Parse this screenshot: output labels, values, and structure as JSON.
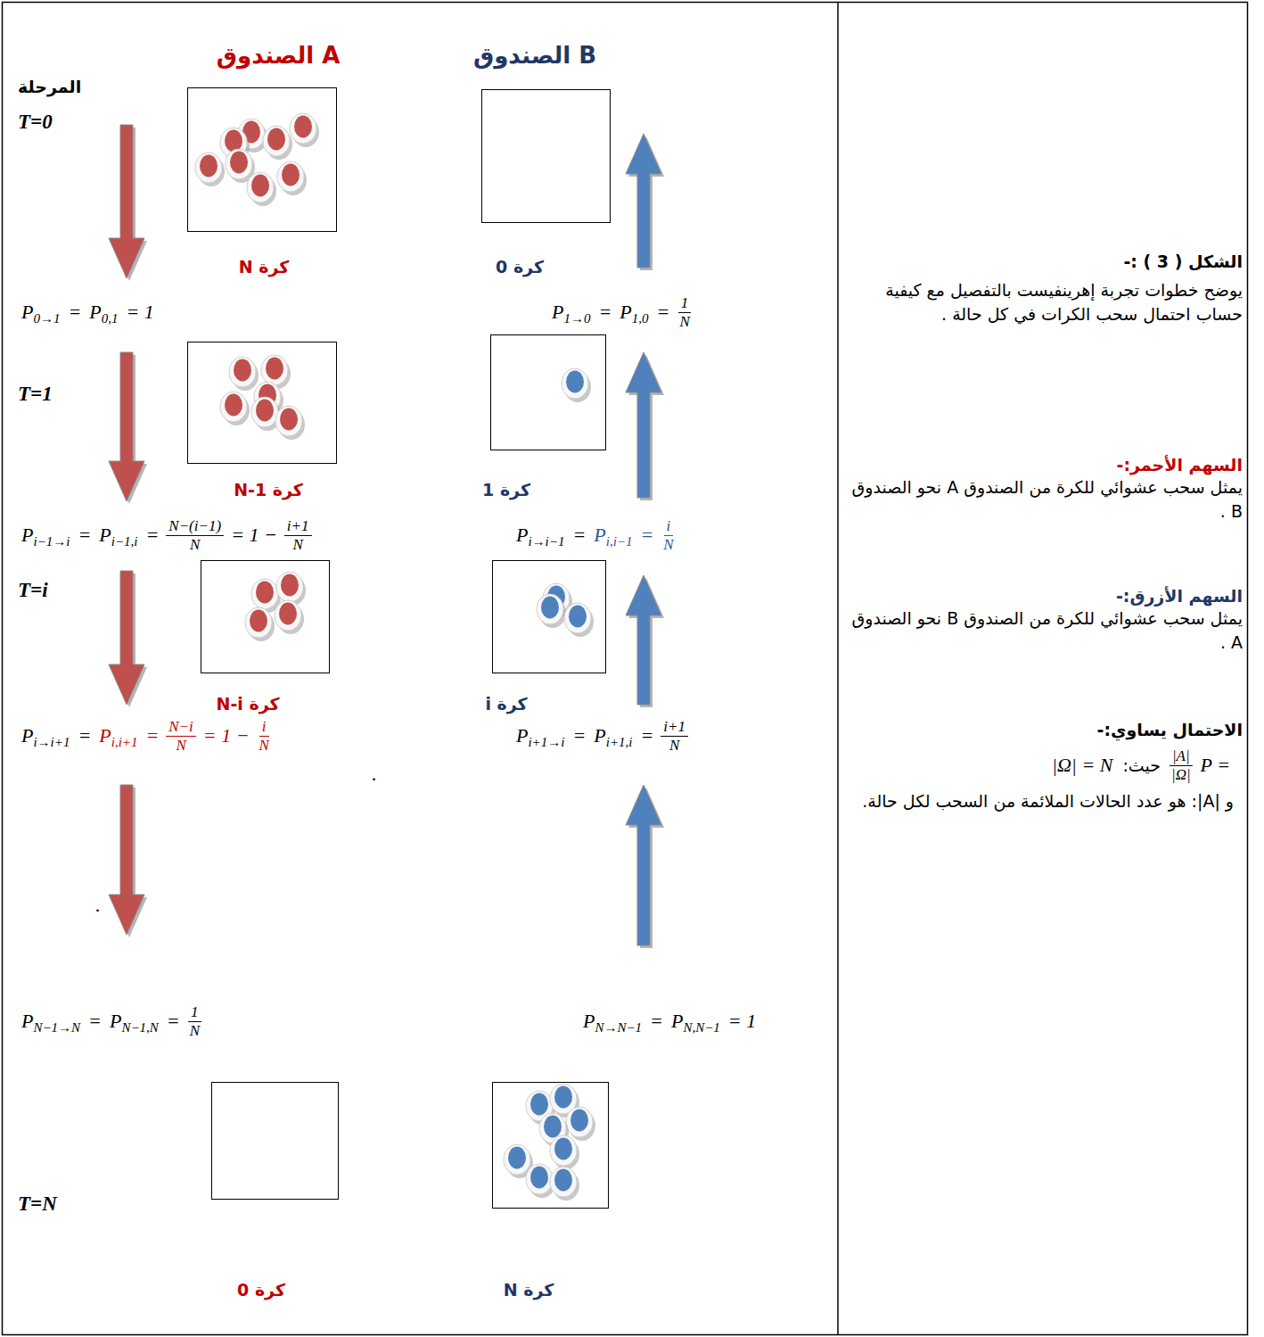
{
  "diagram": {
    "caption": "الشكل ( 3 ) :-",
    "nodes": [
      {
        "text": [
          "N كرة"
        ]
      },
      {
        "text": [
          "0 كرة"
        ]
      },
      {
        "text": [
          "N-1 كرة"
        ]
      },
      {
        "text": [
          "1 كرة"
        ]
      },
      {
        "text": [
          "N-i كرة"
        ]
      },
      {
        "text": [
          "i كرة"
        ]
      },
      {
        "text": [
          "0 كرة"
        ]
      },
      {
        "text": [
          "N كرة"
        ]
      }
    ],
    "labels": [
      "الصندوق A",
      "الصندوق B",
      "المرحلة",
      "T=0",
      "T=1",
      "T=i",
      "T=N",
      "P",
      "0→1",
      "=",
      "P",
      "0,1",
      "= 1",
      "P",
      "1→0",
      "=",
      "P",
      "1,0",
      "=",
      "1",
      "N",
      "P",
      "i−1→i",
      "=",
      "P",
      "i−1,i",
      "=",
      "N−(i−1)",
      "N",
      "= 1 −",
      "i+1",
      "N",
      "P",
      "i→i−1",
      "=",
      "P",
      "i,i−1",
      "=",
      "i",
      "N",
      "P",
      "i→i+1",
      "=",
      "P",
      "i,i+1",
      "=",
      "N−i",
      "N",
      "= 1 −",
      "i",
      "N",
      "P",
      "i+1→i",
      "=",
      "P",
      "i+1,i",
      "=",
      "i+1",
      "N",
      "P",
      "N−1→N",
      "=",
      "P",
      "N−1,N",
      "=",
      "1",
      "N",
      "P",
      "N→N−1",
      "=",
      "P",
      "N,N−1",
      "= 1",
      ".",
      ".",
      "يوضح خطوات تجربة إهرينفيست بالتفصيل مع كيفية حساب احتمال سحب الكرات في كل حالة .",
      "السهم الأحمر:-",
      "يمثل سحب عشوائي للكرة من الصندوق A نحو الصندوق B .",
      "السهم الأزرق:-",
      "يمثل سحب عشوائي للكرة من الصندوق B نحو الصندوق A .",
      "الاحتمال يساوي:-",
      "P =",
      "|A|",
      "|Ω|",
      "حيث:",
      "|Ω| = N",
      "و |A|: هو عدد الحالات الملائمة من السحب لكل حالة."
    ]
  }
}
